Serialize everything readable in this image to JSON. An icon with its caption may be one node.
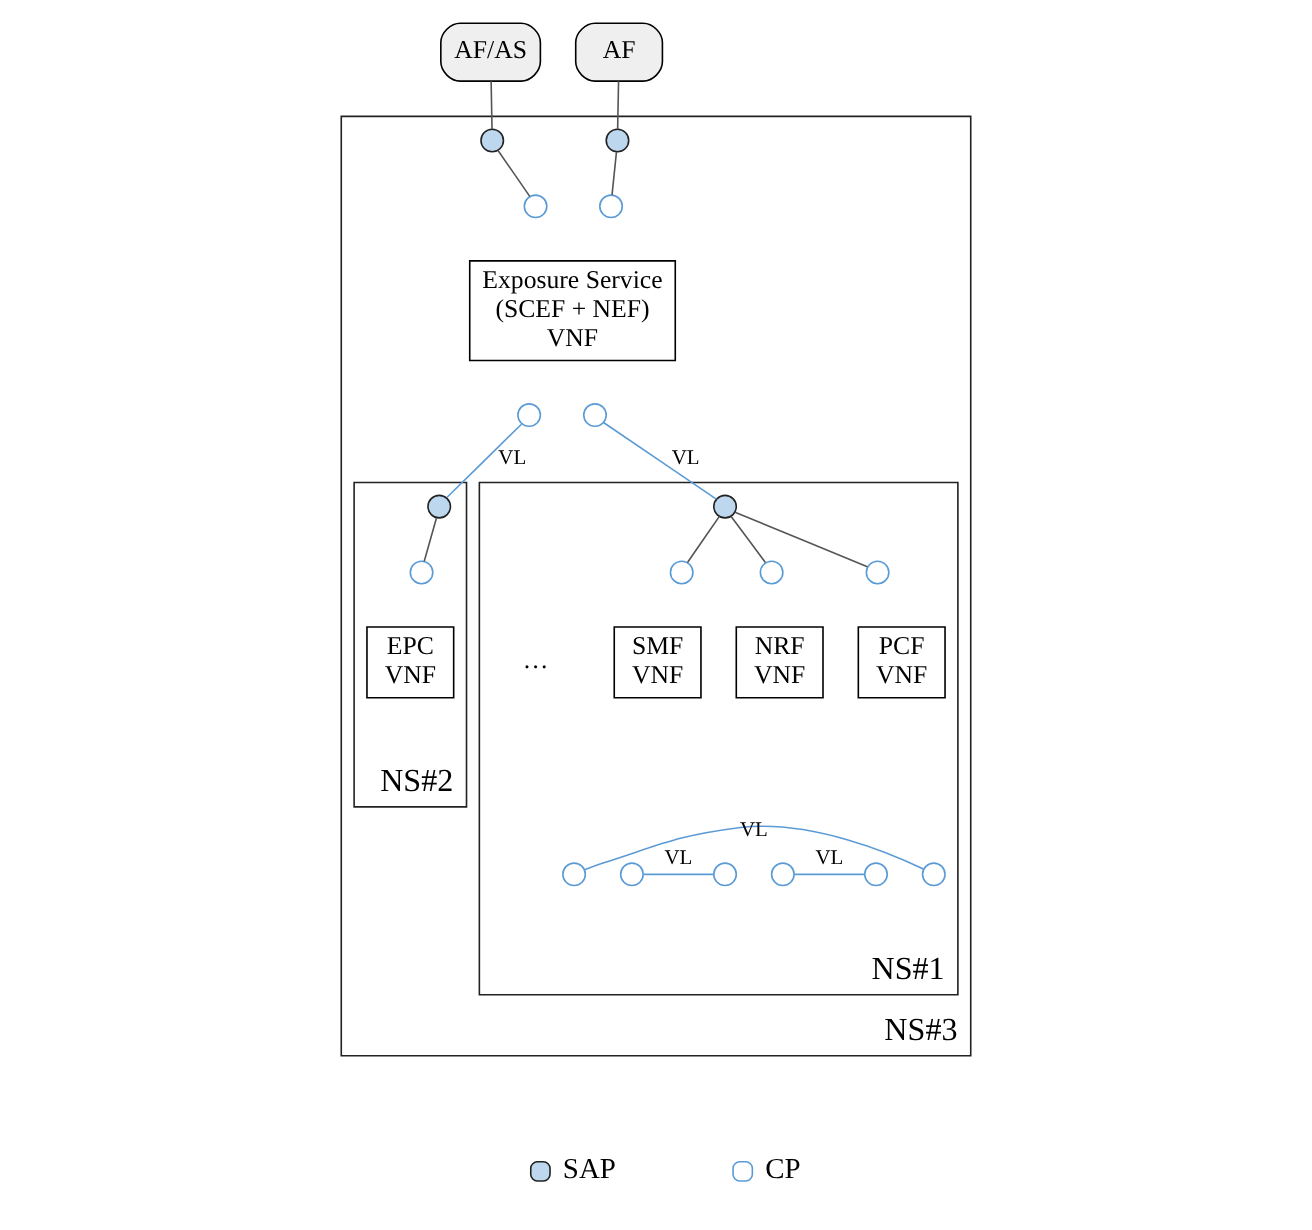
{
  "diagram": {
    "nodes": [
      {
        "text": [
          "AF/AS"
        ]
      },
      {
        "text": [
          "AF"
        ]
      },
      {
        "text": [
          "NS#3"
        ]
      },
      {
        "text": [],
        "shape": "circle",
        "in": 2
      },
      {
        "text": [],
        "shape": "circle",
        "in": 2
      },
      {
        "text": [],
        "shape": "circle",
        "in": 2
      },
      {
        "text": [],
        "shape": "circle",
        "in": 2
      },
      {
        "text": [
          "Exposure Service",
          "(SCEF + NEF)",
          "VNF"
        ],
        "in": 2
      },
      {
        "text": [],
        "shape": "circle",
        "in": 2
      },
      {
        "text": [],
        "shape": "circle",
        "in": 2
      },
      {
        "text": [
          "NS#2"
        ],
        "in": 2
      },
      {
        "text": [],
        "shape": "circle",
        "in": 10
      },
      {
        "text": [],
        "shape": "circle",
        "in": 10
      },
      {
        "text": [
          "EPC",
          "VNF"
        ],
        "in": 10
      },
      {
        "text": [
          "NS#1"
        ],
        "in": 2
      },
      {
        "text": [],
        "shape": "circle",
        "in": 14
      },
      {
        "text": [],
        "shape": "circle",
        "in": 14
      },
      {
        "text": [],
        "shape": "circle",
        "in": 14
      },
      {
        "text": [],
        "shape": "circle",
        "in": 14
      },
      {
        "text": [
          "SMF",
          "VNF"
        ],
        "in": 14
      },
      {
        "text": [
          "NRF",
          "VNF"
        ],
        "in": 14
      },
      {
        "text": [
          "PCF",
          "VNF"
        ],
        "in": 14
      },
      {
        "text": [],
        "shape": "circle",
        "in": 14
      },
      {
        "text": [],
        "shape": "circle",
        "in": 14
      },
      {
        "text": [],
        "shape": "circle",
        "in": 14
      },
      {
        "text": [],
        "shape": "circle",
        "in": 14
      },
      {
        "text": [],
        "shape": "circle",
        "in": 14
      },
      {
        "text": [],
        "shape": "circle",
        "in": 14
      }
    ],
    "edges": [
      {
        "from": 0,
        "to": 3,
        "arrow": "none"
      },
      {
        "from": 3,
        "to": 5,
        "arrow": "none"
      },
      {
        "from": 1,
        "to": 4,
        "arrow": "none"
      },
      {
        "from": 4,
        "to": 6,
        "arrow": "none"
      },
      {
        "from": 8,
        "to": 11,
        "arrow": "none",
        "label": "VL",
        "color": "#5b9bd5"
      },
      {
        "from": 9,
        "to": 15,
        "arrow": "none",
        "label": "VL",
        "color": "#5b9bd5"
      },
      {
        "from": 11,
        "to": 12,
        "arrow": "none"
      },
      {
        "from": 15,
        "to": 16,
        "arrow": "none"
      },
      {
        "from": 15,
        "to": 17,
        "arrow": "none"
      },
      {
        "from": 15,
        "to": 18,
        "arrow": "none"
      },
      {
        "from": 23,
        "to": 24,
        "arrow": "none",
        "label": "VL",
        "color": "#5b9bd5"
      },
      {
        "from": 25,
        "to": 26,
        "arrow": "none",
        "label": "VL",
        "color": "#5b9bd5"
      },
      {
        "from": 22,
        "to": 27,
        "arrow": "none",
        "label": "VL",
        "color": "#5b9bd5"
      }
    ],
    "labels": [
      "…"
    ],
    "legend": [
      {
        "text": "SAP"
      },
      {
        "text": "CP"
      }
    ]
  }
}
